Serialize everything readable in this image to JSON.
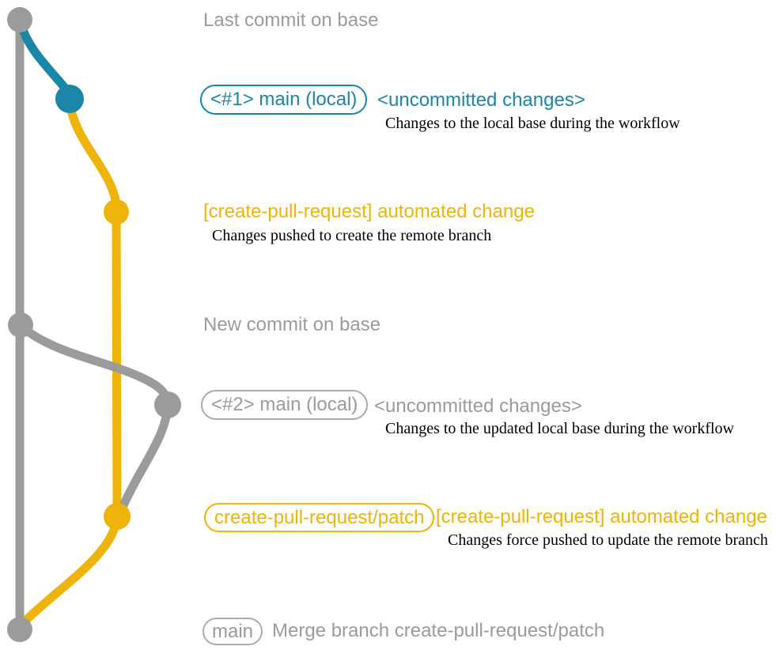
{
  "colors": {
    "branch_gray": "#9B9B9B",
    "branch_blue": "#1B86A8",
    "branch_yellow": "#EEB40A",
    "description_text": "#000000",
    "background": "#FFFFFF"
  },
  "graph": {
    "commit_dots": [
      {
        "name": "base-last-commit",
        "color": "gray"
      },
      {
        "name": "local-main-commit-1",
        "color": "blue"
      },
      {
        "name": "patch-branch-commit-1",
        "color": "yellow"
      },
      {
        "name": "base-new-commit",
        "color": "gray"
      },
      {
        "name": "local-main-commit-2",
        "color": "gray"
      },
      {
        "name": "patch-branch-commit-2",
        "color": "yellow"
      },
      {
        "name": "merge-commit",
        "color": "gray"
      }
    ]
  },
  "annotations": {
    "row1": {
      "text": "Last commit on base"
    },
    "row2": {
      "pill": "<#1> main (local)",
      "heading": "<uncommitted changes>",
      "description": "Changes to the local base during the workflow"
    },
    "row3": {
      "heading": "[create-pull-request] automated change",
      "description": "Changes pushed to create the remote branch"
    },
    "row4": {
      "text": "New commit on base"
    },
    "row5": {
      "pill": "<#2> main (local)",
      "heading": "<uncommitted changes>",
      "description": "Changes to the updated local base during the workflow"
    },
    "row6": {
      "pill": "create-pull-request/patch",
      "heading": "[create-pull-request] automated change",
      "description": "Changes force pushed to update the remote branch"
    },
    "row7": {
      "pill": "main",
      "text": "Merge branch create-pull-request/patch"
    }
  }
}
